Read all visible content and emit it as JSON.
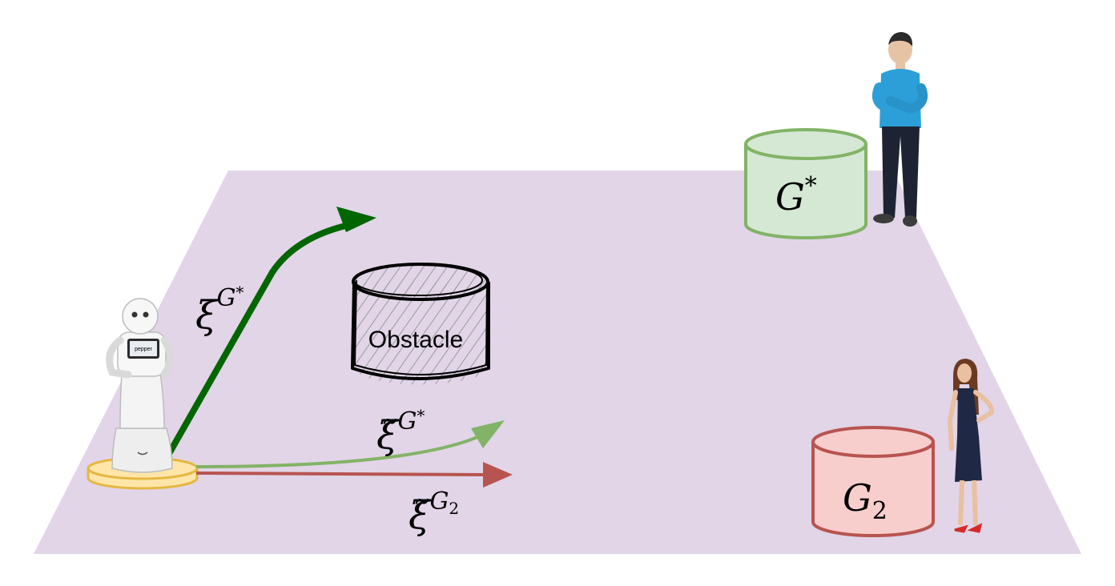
{
  "labels": {
    "obstacle": "Obstacle",
    "goal_true_base": "G",
    "goal_true_sup": "*",
    "goal_2_base": "G",
    "goal_2_sub": "2",
    "traj_true": {
      "base": "ξ",
      "sup": "G",
      "sup_star": "*"
    },
    "traj_tilde_true": {
      "base": "ξ̃",
      "sup": "G",
      "sup_star": "*"
    },
    "traj_tilde_g2": {
      "base": "ξ̃",
      "sup": "G",
      "sup_sub": "2"
    },
    "robot_screen": "pepper"
  },
  "colors": {
    "floor": "#e1d5e7",
    "goal_true_fill": "#d5e8d4",
    "goal_true_stroke": "#82b366",
    "goal_2_fill": "#f8cecc",
    "goal_2_stroke": "#b85450",
    "robot_base_fill": "#ffe6a8",
    "robot_base_stroke": "#e6b640",
    "arrow_true": "#006600",
    "arrow_tilde_true": "#82b366",
    "arrow_tilde_g2": "#b85450",
    "obstacle_stroke": "#000000",
    "obstacle_hatch": "#9a9a9a",
    "man_shirt": "#2c9fd9",
    "man_pants": "#1d2333",
    "woman_dress": "#1f2845",
    "woman_hair": "#6b3a22",
    "woman_shoes": "#d62b2b"
  }
}
